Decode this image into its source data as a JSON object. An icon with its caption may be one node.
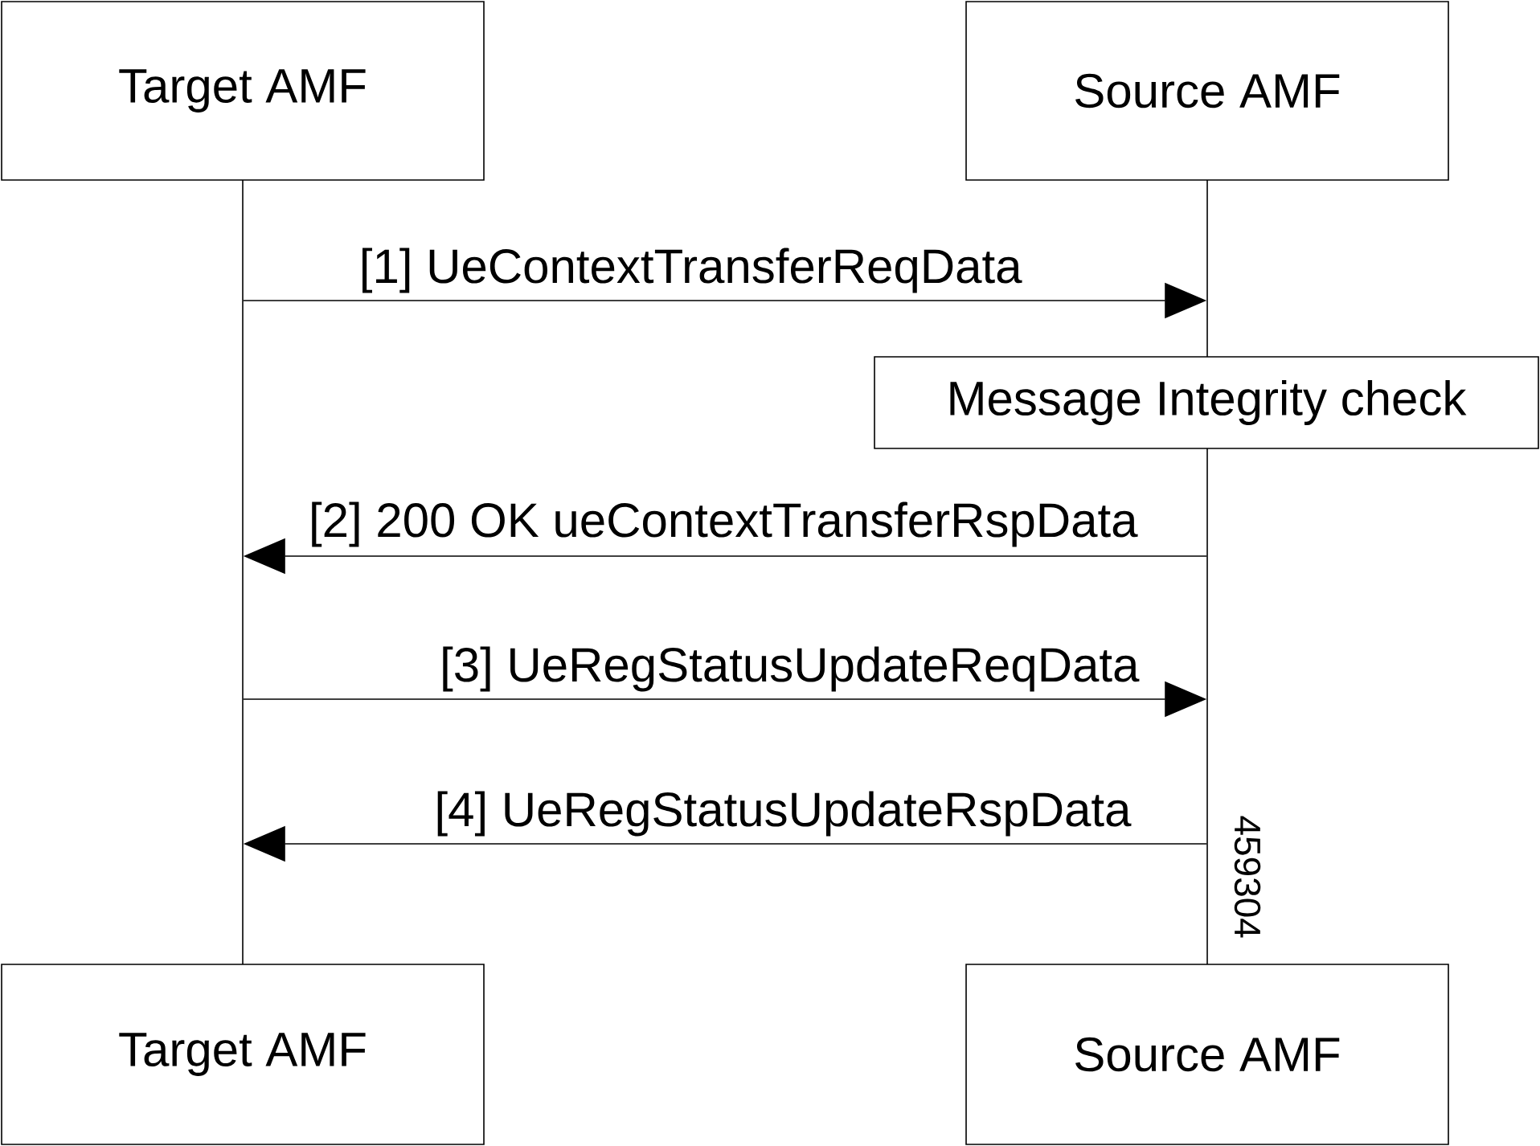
{
  "diagram": {
    "nodes": [
      {
        "text": [
          "Target AMF"
        ]
      },
      {
        "text": [
          "Source AMF"
        ]
      },
      {
        "text": [
          "Message Integrity check"
        ]
      },
      {
        "text": [
          "Target AMF"
        ]
      },
      {
        "text": [
          "Source AMF"
        ]
      },
      {
        "text": [],
        "shape": "bar"
      },
      {
        "text": [],
        "shape": "bar"
      },
      {
        "text": [],
        "shape": "bar"
      }
    ],
    "edges": [
      {
        "from": 5,
        "to": 6,
        "arrow": "to",
        "label": "[1] UeContextTransferReqData"
      },
      {
        "from": 7,
        "to": 5,
        "arrow": "to",
        "label": "[2] 200 OK ueContextTransferRspData"
      },
      {
        "from": 5,
        "to": 7,
        "arrow": "to",
        "label": "[3] UeRegStatusUpdateReqData"
      },
      {
        "from": 7,
        "to": 5,
        "arrow": "to",
        "label": "[4] UeRegStatusUpdateRspData"
      }
    ],
    "labels": [
      "459304"
    ]
  }
}
